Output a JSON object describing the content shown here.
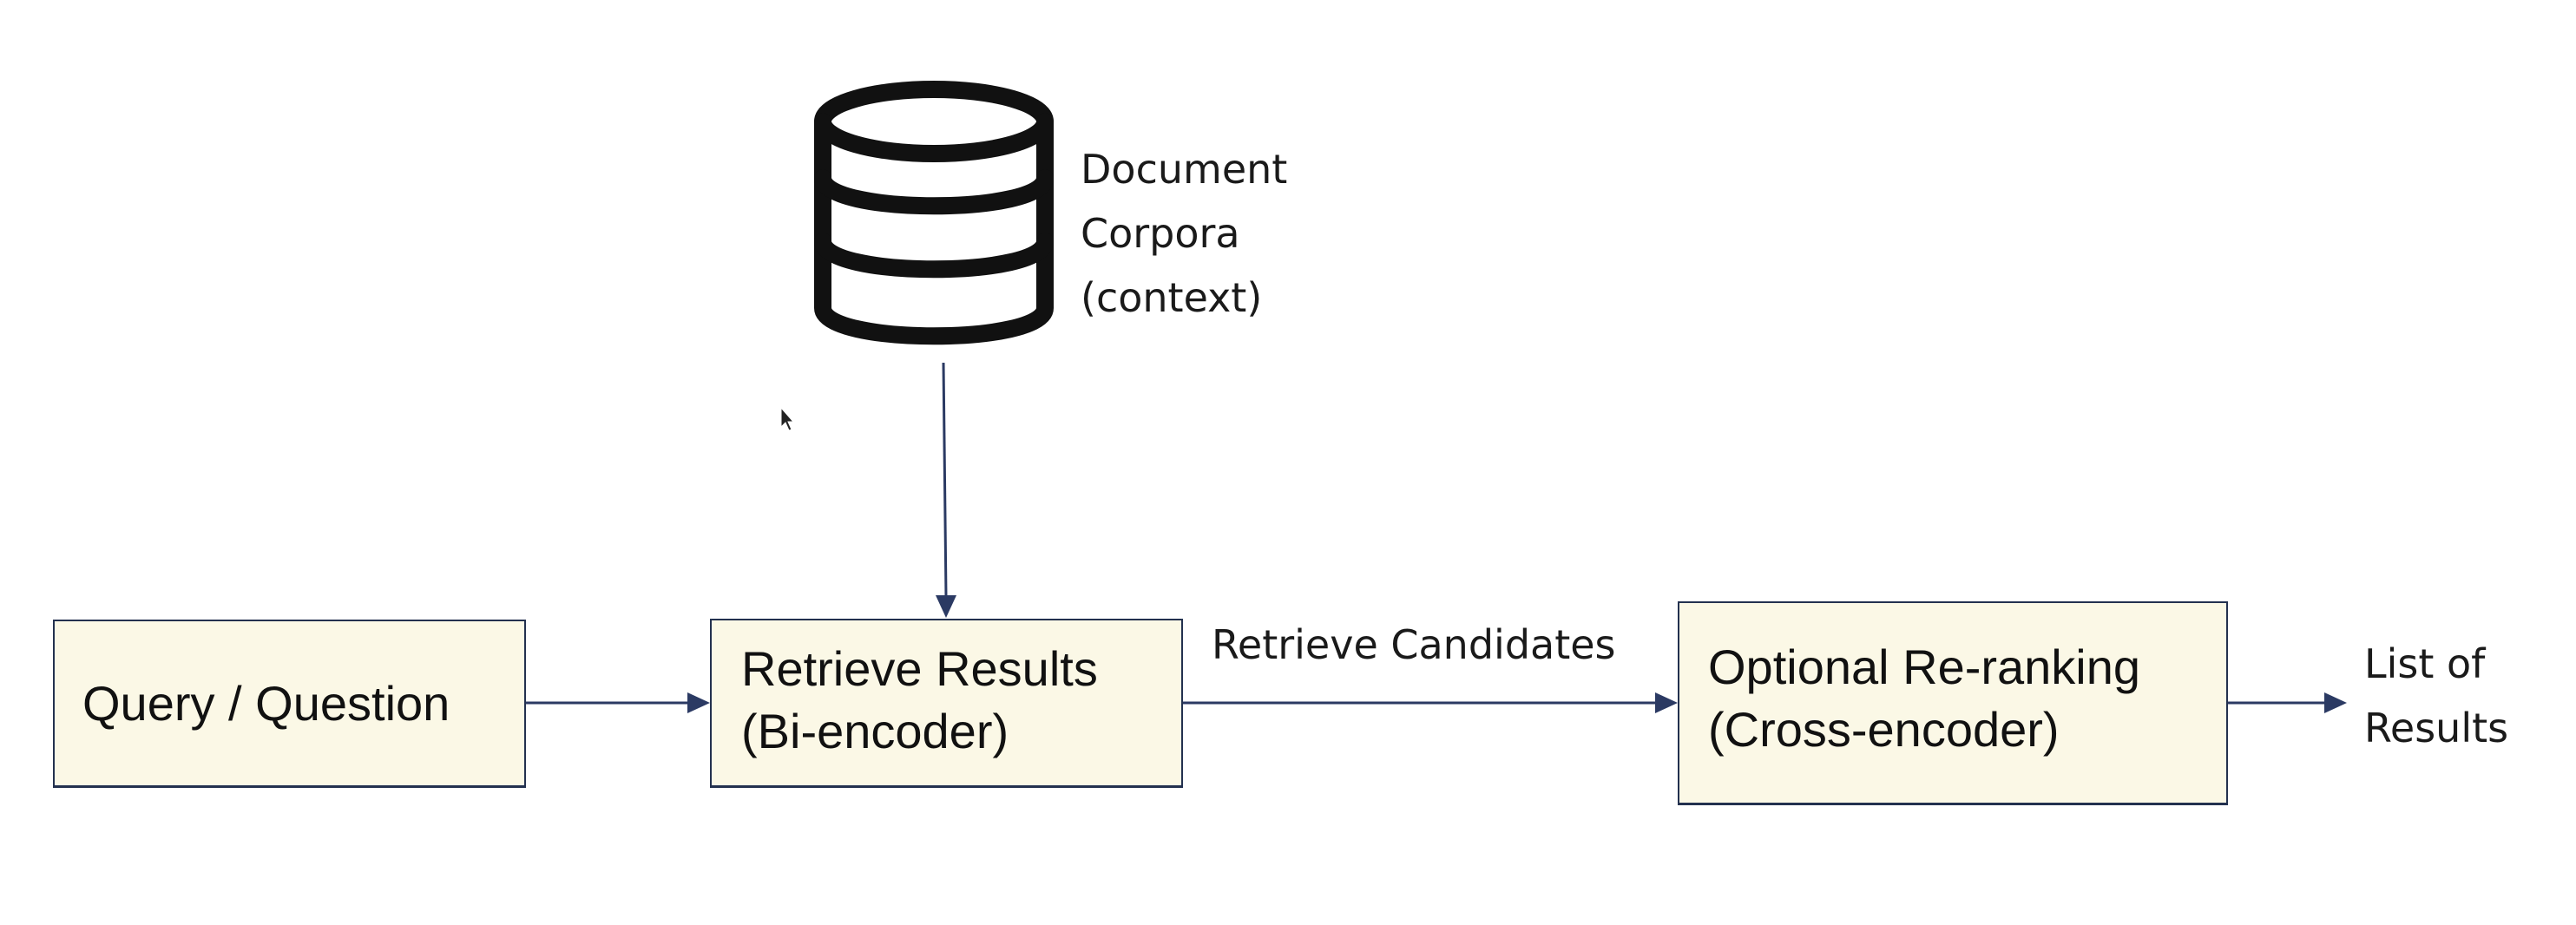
{
  "diagram": {
    "nodes": {
      "corpus": {
        "icon": "database-icon",
        "label_lines": [
          "Document",
          "Corpora",
          "(context)"
        ]
      },
      "query": {
        "label": "Query / Question"
      },
      "retrieve": {
        "label_lines": [
          "Retrieve Results",
          "(Bi-encoder)"
        ]
      },
      "rerank": {
        "label_lines": [
          "Optional Re-ranking",
          "(Cross-encoder)"
        ]
      },
      "results": {
        "label_lines": [
          "List of",
          "Results"
        ]
      }
    },
    "edges": {
      "retrieve_to_rerank_label": "Retrieve Candidates"
    },
    "colors": {
      "box_fill": "#fbf8e6",
      "box_border": "#23314f",
      "arrow": "#2b3a63",
      "icon": "#111111"
    }
  }
}
